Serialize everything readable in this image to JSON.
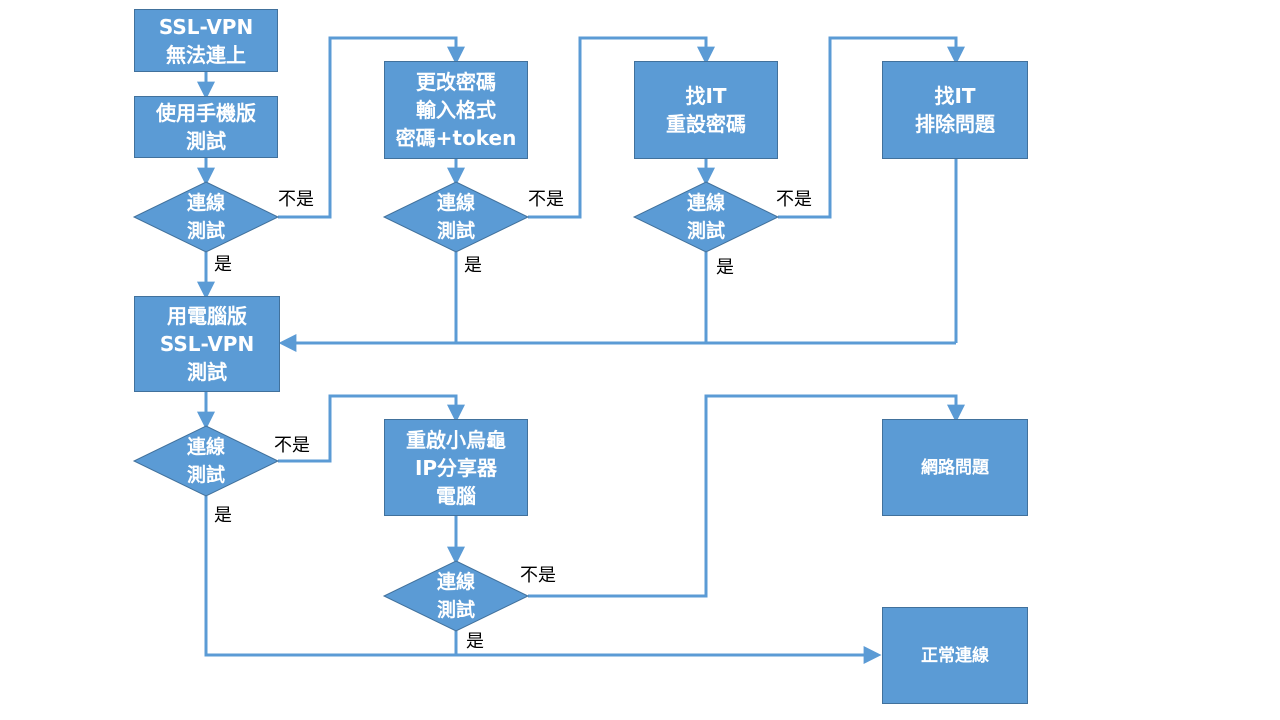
{
  "nodes": {
    "start": [
      "SSL-VPN",
      "無法連上"
    ],
    "mobile_test": [
      "使用手機版",
      "測試"
    ],
    "change_password": [
      "更改密碼",
      "輸入格式",
      "密碼+token"
    ],
    "it_reset": [
      "找IT",
      "重設密碼"
    ],
    "it_troubleshoot": [
      "找IT",
      "排除問題"
    ],
    "pc_test": [
      "用電腦版",
      "SSL-VPN",
      "測試"
    ],
    "restart_devices": [
      "重啟小烏龜",
      "IP分享器",
      "電腦"
    ],
    "network_issue": [
      "網路問題"
    ],
    "normal_connection": [
      "正常連線"
    ]
  },
  "decision": [
    "連線",
    "測試"
  ],
  "edge_labels": {
    "yes": "是",
    "no": "不是"
  },
  "colors": {
    "fill": "#5b9bd5",
    "border": "#41719c",
    "edge": "#5b9bd5",
    "text": "#ffffff"
  }
}
